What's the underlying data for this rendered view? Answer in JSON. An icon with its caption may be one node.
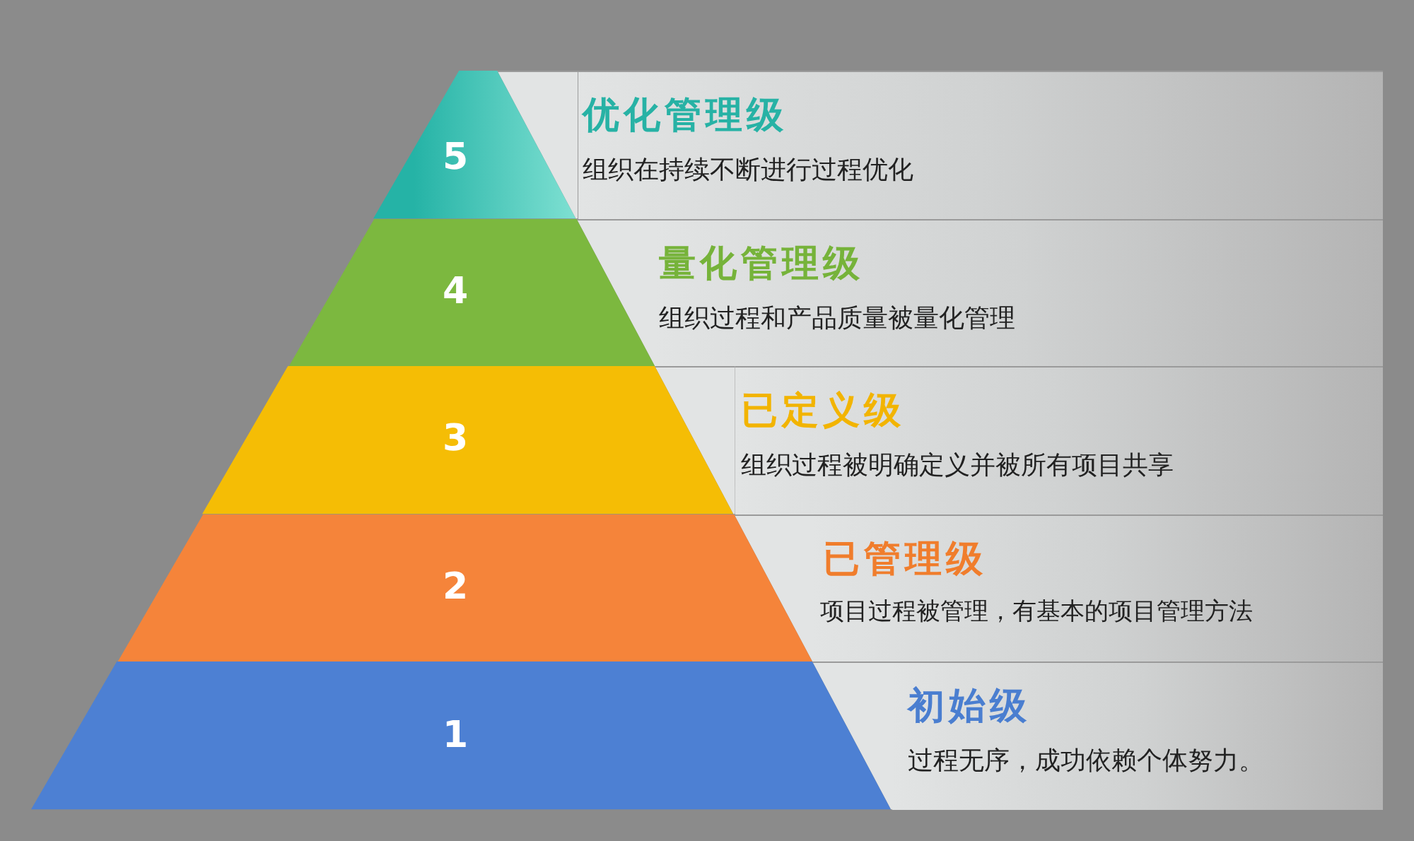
{
  "diagram": {
    "nodes": [
      {
        "text": [
          "5"
        ]
      },
      {
        "text": [
          "优化管理级",
          "组织在持续不断进行过程优化"
        ]
      },
      {
        "text": [
          "4"
        ]
      },
      {
        "text": [
          "量化管理级",
          "组织过程和产品质量被量化管理"
        ]
      },
      {
        "text": [
          "3"
        ]
      },
      {
        "text": [
          "已定义级",
          "组织过程被明确定义并被所有项目共享"
        ]
      },
      {
        "text": [
          "2"
        ]
      },
      {
        "text": [
          "已管理级",
          "项目过程被管理，有基本的项目管理方法"
        ]
      },
      {
        "text": [
          "1"
        ]
      },
      {
        "text": [
          "初始级",
          "过程无序，成功依赖个体努力。"
        ]
      }
    ]
  }
}
